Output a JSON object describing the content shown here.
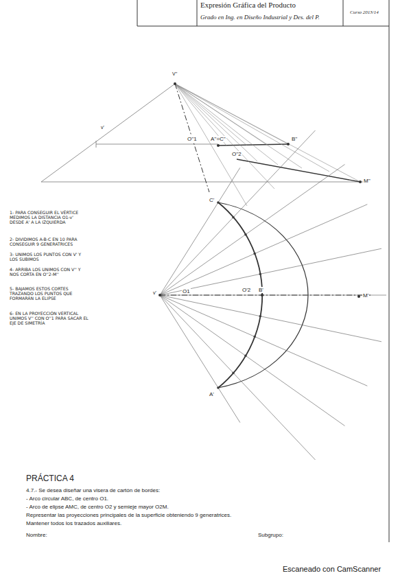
{
  "diagram": {
    "labels": [
      "Expresión Gráfica del Producto",
      "Grado en Ing. en Diseño Industrial y Des. del P.",
      "Curso 2013/14",
      "V''",
      "v'",
      "O''1",
      "A''=C''",
      "B''",
      "O''2",
      "M''",
      "C'",
      "v'",
      "O1",
      "O'2",
      "B'",
      "M'",
      "A'",
      "1- PARA CONSEGUIR EL VÉRTICE MEDIMOS LA DISTANCIA O1-v' DESDE A' A LA IZQUIERDA",
      "2- DIVIDIMOS A-B-C EN 10 PARA CONSEGUIR 9 GENERATRICES",
      "3- UNIMOS LOS PUNTOS CON V' Y LOS SUBIMOS",
      "4- ARRIBA LOS UNIMOS CON V'' Y NOS CORTA EN O''2-M''",
      "5- BAJAMOS ESTOS CORTES TRAZANDO LOS PUNTOS QUE FORMARÁN LA ELIPSE",
      "6- EN LA PROYECCIÓN VERTICAL UNIMOS V'' CON O''1 PARA SACAR EL EJE DE SIMETRÍA",
      "PRÁCTICA  4",
      "4.7.- Se desea diseñar una visera de cartón de bordes:",
      "- Arco circular ABC, de centro O1.",
      "- Arco de elipse AMC, de centro O2 y semieje mayor O2M.",
      "Representar las proyecciones principales de la superficie obteniendo 9 generatrices.",
      "Mantener todos los trazados auxiliares.",
      "Nombre:",
      "Subgrupo:",
      "Escaneado con CamScanner"
    ]
  }
}
